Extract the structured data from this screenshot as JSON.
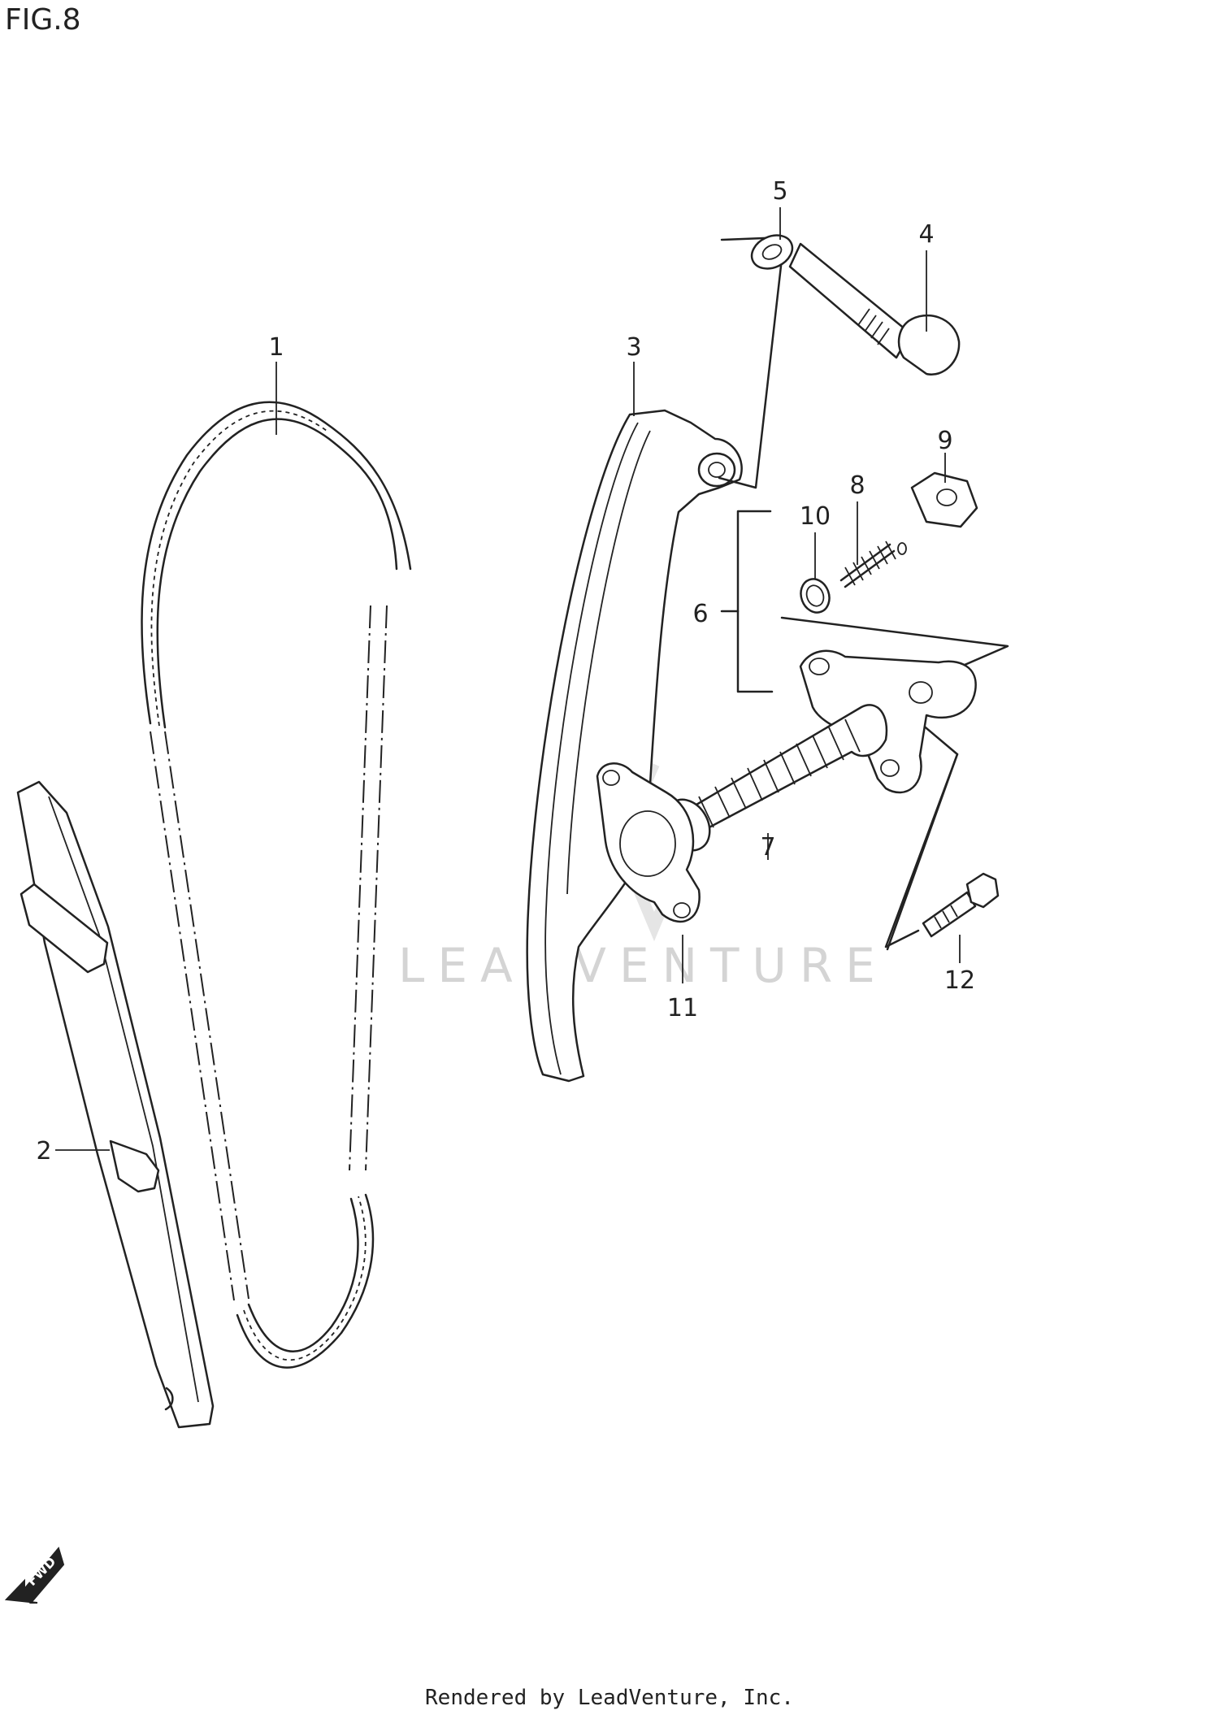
{
  "figure": {
    "title": "FIG.8"
  },
  "callouts": {
    "c1": "1",
    "c2": "2",
    "c3": "3",
    "c4": "4",
    "c5": "5",
    "c6": "6",
    "c7": "7",
    "c8": "8",
    "c9": "9",
    "c10": "10",
    "c11": "11",
    "c12": "12"
  },
  "watermark": {
    "text": "LEADVENTURE"
  },
  "front_arrow": {
    "label": "FWD"
  },
  "footer": {
    "text": "Rendered by LeadVenture, Inc."
  },
  "colors": {
    "line": "#222222",
    "background": "#ffffff",
    "watermark": "#d4d4d4"
  }
}
